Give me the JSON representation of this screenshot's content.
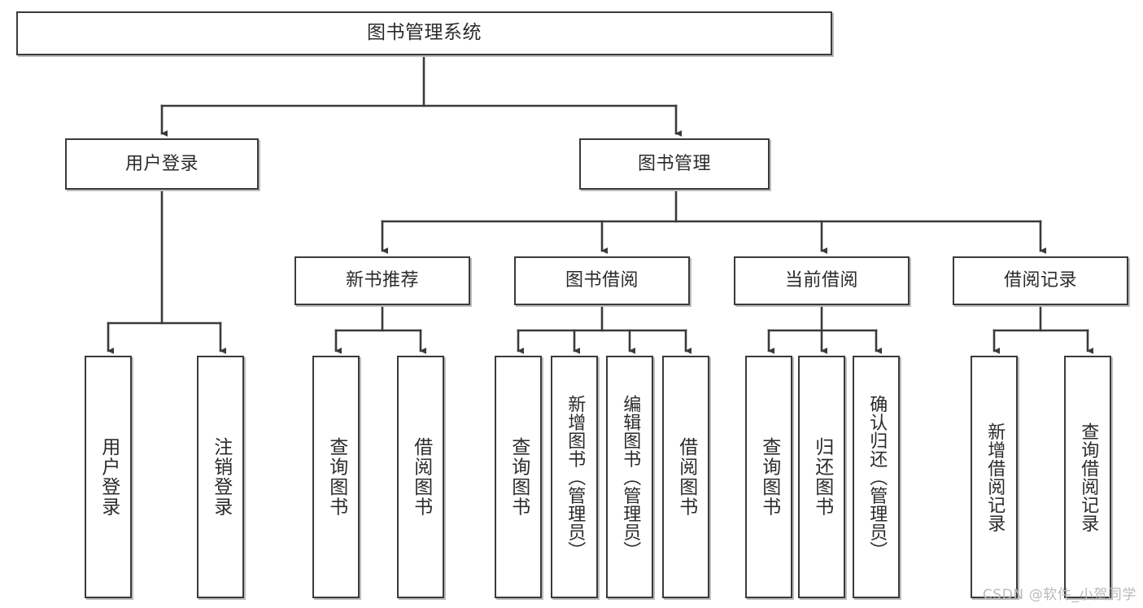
{
  "diagram": {
    "title_text": "图书管理系统",
    "watermark": "CSDN @软件_小贺同学",
    "stroke_color": "#3a3a3a",
    "shadow_color": "#bdbdbd",
    "text_color": "#2b2b2b",
    "background_color": "#ffffff"
  },
  "nodes": {
    "root": {
      "label": "图书管理系统"
    },
    "level1": [
      {
        "label": "用户登录"
      },
      {
        "label": "图书管理"
      }
    ],
    "level2": [
      {
        "label": "新书推荐"
      },
      {
        "label": "图书借阅"
      },
      {
        "label": "当前借阅"
      },
      {
        "label": "借阅记录"
      }
    ],
    "leaves": {
      "user_login": [
        {
          "label": "用户登录"
        },
        {
          "label": "注销登录"
        }
      ],
      "new_book_recommend": [
        {
          "label": "查询图书"
        },
        {
          "label": "借阅图书"
        }
      ],
      "book_borrow": [
        {
          "label": "查询图书"
        },
        {
          "label": "新增图书（管理员）"
        },
        {
          "label": "编辑图书（管理员）"
        },
        {
          "label": "借阅图书"
        }
      ],
      "current_borrow": [
        {
          "label": "查询图书"
        },
        {
          "label": "归还图书"
        },
        {
          "label": "确认归还（管理员）"
        }
      ],
      "borrow_record": [
        {
          "label": "新增借阅记录"
        },
        {
          "label": "查询借阅记录"
        }
      ]
    }
  }
}
